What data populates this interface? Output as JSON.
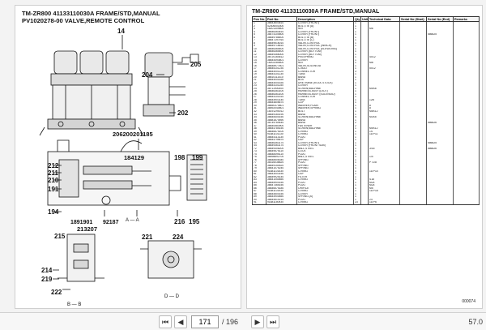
{
  "left_page": {
    "title_line1": "TM-ZR800 41133110030A FRAME/STD,MANUAL",
    "title_line2": "PV1020278-00 VALVE,REMOTE CONTROL",
    "callouts": {
      "c14": "14",
      "c205": "205",
      "c204": "204",
      "c202": "202",
      "c206200201185": "206200201185",
      "c184129": "184129",
      "c198": "198",
      "c199": "199",
      "c212": "212",
      "c211": "211",
      "c210": "210",
      "c191": "191",
      "c194": "194",
      "c1891901": "1891901",
      "c92187": "92187",
      "c216": "216",
      "c195": "195",
      "c215": "215",
      "c213207": "213207",
      "c214": "214",
      "c219": "219",
      "c222": "222",
      "c221": "221",
      "c224": "224"
    },
    "section_labels": {
      "aa": "A — A",
      "bb": "B — B",
      "dd": "D — D"
    }
  },
  "right_page": {
    "title": "TM-ZR800 41133110030A FRAME/STD,MANUAL",
    "columns": [
      "Pos No.",
      "Part No.",
      "Description",
      "Qty",
      "Unit",
      "Technical Data",
      "Serial No (Start)",
      "Serial No (End)",
      "Remarks"
    ],
    "rows": [
      [
        "1",
        "38643603610",
        "COVER (FRONT)",
        "1",
        "",
        "",
        "",
        "",
        ""
      ],
      [
        "2",
        "42306001500",
        "BOLT,TIE (A)",
        "1",
        "",
        "",
        "",
        "",
        ""
      ],
      [
        "3",
        "18201309800",
        "NUT",
        "1",
        "",
        "M6",
        "",
        "",
        ""
      ],
      [
        "4",
        "38646363610",
        "COVER (FRONT)",
        "1",
        "",
        "",
        "",
        "",
        ""
      ],
      [
        "5",
        "38474100600",
        "COVER (FRONT)",
        "1",
        "",
        "",
        "",
        "686625",
        ""
      ],
      [
        "6",
        "38649786400",
        "BOLT,TIE (B)",
        "1",
        "",
        "",
        "",
        "",
        ""
      ],
      [
        "7",
        "38647197910",
        "BOLT,TIE (C)",
        "1",
        "",
        "",
        "",
        "",
        ""
      ],
      [
        "8",
        "38649516010",
        "VALVE,CONTROL",
        "1",
        "",
        "",
        "",
        "",
        ""
      ],
      [
        "9",
        "38649716610",
        "VALVE,CONTROL (WINCH)",
        "1",
        "",
        "",
        "",
        "",
        ""
      ],
      [
        "10",
        "38646365400",
        "VALVE,CONTROL (ELEVATING)",
        "1",
        "",
        "",
        "",
        "",
        ""
      ],
      [
        "11",
        "38646365400",
        "COVER (BOTTOM)",
        "1",
        "",
        "",
        "",
        "",
        ""
      ],
      [
        "12",
        "38649366000",
        "COVER (BOTTOM)",
        "1",
        "",
        "",
        "",
        "",
        ""
      ],
      [
        "13",
        "38720164512",
        "PIN,SPRING",
        "1",
        "",
        "4X12",
        "",
        "",
        ""
      ],
      [
        "14",
        "38644493601",
        "COVER",
        "1",
        "",
        "",
        "",
        "",
        ""
      ],
      [
        "15",
        "18202280600",
        "NUT",
        "1",
        "",
        "M8",
        "",
        "",
        ""
      ],
      [
        "16",
        "38648977601",
        "VALVE,SOLENOID",
        "1",
        "",
        "",
        "",
        "",
        ""
      ],
      [
        "17",
        "38645101230",
        "C-BOLT",
        "1",
        "",
        "5X12",
        "",
        "",
        ""
      ],
      [
        "18",
        "38644001120",
        "CONNECTOR",
        "3",
        "",
        "",
        "",
        "",
        ""
      ],
      [
        "19",
        "38644101130",
        "TUBE",
        "1",
        "",
        "",
        "",
        "",
        ""
      ],
      [
        "20",
        "38610111410",
        "BAND",
        "1",
        "",
        "",
        "",
        "",
        ""
      ],
      [
        "21",
        "38644001630",
        "BOX",
        "1",
        "",
        "",
        "",
        "",
        ""
      ],
      [
        "22",
        "38644001630",
        "URETHANE (KOOL STOCK)",
        "1",
        "",
        "",
        "",
        "",
        ""
      ],
      [
        "23",
        "38644101150",
        "COVER",
        "1",
        "",
        "",
        "",
        "",
        ""
      ],
      [
        "24",
        "38711900000",
        "SCREW,MACHINE",
        "1",
        "",
        "M5X8",
        "",
        "",
        ""
      ],
      [
        "25",
        "38646363100",
        "HARNESS ASSY (LVDT)",
        "1",
        "",
        "",
        "",
        "",
        ""
      ],
      [
        "26",
        "38646363100",
        "HARNESS ASSY (SOLENOID)",
        "1",
        "",
        "",
        "",
        "",
        ""
      ],
      [
        "27",
        "38644101510",
        "CONNECTOR",
        "1",
        "",
        "",
        "",
        "",
        ""
      ],
      [
        "28",
        "38644903140",
        "TUBE",
        "1",
        "",
        "12B",
        "",
        "",
        ""
      ],
      [
        "29",
        "38644806670",
        "CLIP",
        "1",
        "",
        "",
        "",
        "",
        ""
      ],
      [
        "30",
        "38650370801",
        "WASHER,PLAIN",
        "1",
        "",
        "8",
        "",
        "",
        ""
      ],
      [
        "31",
        "38592040801",
        "WASHER,SPRING",
        "1",
        "",
        "8",
        "",
        "",
        ""
      ],
      [
        "32",
        "18191290012",
        "BOLT",
        "1",
        "",
        "M8X12",
        "",
        "",
        ""
      ],
      [
        "33",
        "38649160190",
        "BAND",
        "1",
        "",
        "",
        "",
        "",
        ""
      ],
      [
        "34",
        "38645400150",
        "SCREW,MACHINE",
        "4",
        "",
        "M3X5",
        "",
        "",
        ""
      ],
      [
        "35",
        "38581670590",
        "BAND",
        "1",
        "",
        "",
        "",
        "",
        ""
      ],
      [
        "36",
        "38749769440",
        "BAND",
        "2",
        "",
        "",
        "",
        "686626",
        ""
      ],
      [
        "37",
        "38640583900",
        "FASTENER",
        "2",
        "",
        "",
        "",
        "",
        ""
      ],
      [
        "38",
        "38644785150",
        "SCREW,MACHINE",
        "1",
        "",
        "M5X12",
        "",
        "",
        ""
      ],
      [
        "39",
        "38646575100",
        "O-RING",
        "1",
        "",
        "1S",
        "",
        "",
        ""
      ],
      [
        "40",
        "91881101130",
        "O-RING",
        "1",
        "",
        "1A P11",
        "",
        "",
        ""
      ],
      [
        "41",
        "38644113130",
        "PLUG",
        "1",
        "",
        "",
        "",
        "",
        ""
      ],
      [
        "42",
        "38644795670",
        "CAP",
        "1",
        "",
        "",
        "",
        "",
        ""
      ],
      [
        "43",
        "38646363170",
        "COVER (FRONT)",
        "1",
        "",
        "",
        "",
        "686625",
        ""
      ],
      [
        "44",
        "38649363170",
        "COVER (FRONT SUB)",
        "1",
        "",
        "",
        "",
        "",
        ""
      ],
      [
        "72",
        "38649308200",
        "BALL,STEEL",
        "1",
        "",
        "3/16",
        "",
        "686626",
        ""
      ],
      [
        "73",
        "38649575110",
        "COCK",
        "1",
        "",
        "",
        "",
        "",
        ""
      ],
      [
        "74",
        "38648495110",
        "PLUG",
        "1",
        "",
        "",
        "",
        "",
        ""
      ],
      [
        "75",
        "38598892700",
        "BALL,STEEL",
        "1",
        "",
        "1/4",
        "",
        "",
        ""
      ],
      [
        "76",
        "38648506340",
        "SPRING",
        "1",
        "",
        "",
        "",
        "",
        ""
      ],
      [
        "77",
        "38316036820",
        "PLUG",
        "1",
        "",
        "PT1/8",
        "",
        "",
        ""
      ],
      [
        "78",
        "38649150520",
        "SPRING",
        "1",
        "",
        "",
        "",
        "",
        ""
      ],
      [
        "79",
        "38641075240",
        "SPRING",
        "1",
        "",
        "",
        "",
        "",
        ""
      ],
      [
        "80",
        "91881101530",
        "O-RING",
        "1",
        "",
        "1A P14",
        "",
        "",
        ""
      ],
      [
        "81",
        "38643003150",
        "CAP",
        "1",
        "",
        "",
        "",
        "",
        ""
      ],
      [
        "82",
        "38649925140",
        "FILTER",
        "1",
        "",
        "",
        "",
        "",
        ""
      ],
      [
        "83",
        "38641050850",
        "O-RING",
        "1",
        "",
        "S18",
        "",
        "",
        ""
      ],
      [
        "84",
        "38645900150",
        "PLUG",
        "1",
        "",
        "M24",
        "",
        "",
        ""
      ],
      [
        "85",
        "38647365150",
        "PLUG",
        "1",
        "",
        "M24",
        "",
        "",
        ""
      ],
      [
        "86",
        "38646575180",
        "ORIFICE",
        "1",
        "",
        "M5",
        "",
        "",
        ""
      ],
      [
        "87",
        "91881101930",
        "O-RING",
        "1",
        "",
        "1A P18",
        "",
        "",
        ""
      ],
      [
        "88",
        "38644500150",
        "COVER",
        "1",
        "",
        "",
        "",
        "",
        ""
      ],
      [
        "89",
        "38644900850",
        "SPRING (A)",
        "1",
        "",
        "",
        "",
        "",
        ""
      ],
      [
        "90",
        "38644510210",
        "PLUG",
        "1",
        "",
        "24",
        "",
        "",
        ""
      ],
      [
        "91",
        "91881150930",
        "O-RING",
        "23",
        "",
        "1A P6",
        "",
        "",
        ""
      ]
    ],
    "page_code": "000074"
  },
  "toolbar": {
    "first_icon": "first-page-icon",
    "prev_icon": "prev-page-icon",
    "page_value": "171",
    "page_total": "/ 196",
    "next_icon": "next-page-icon",
    "last_icon": "last-page-icon",
    "zoom": "57.0"
  }
}
